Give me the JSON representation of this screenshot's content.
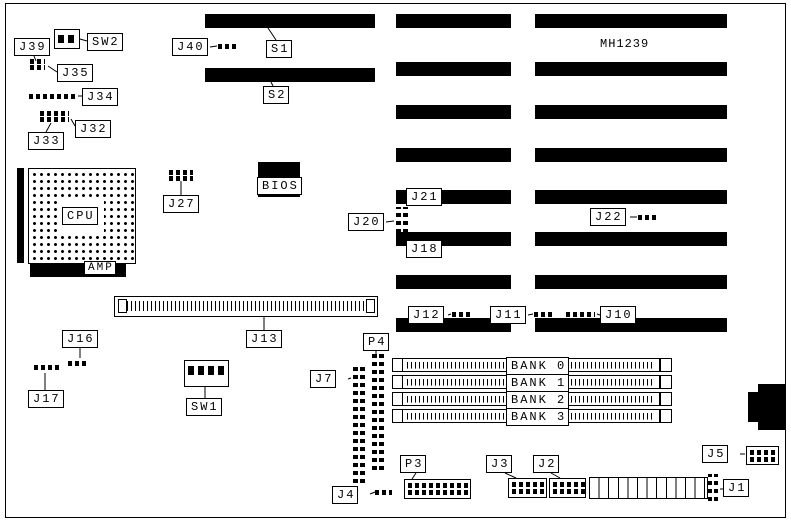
{
  "board": {
    "model": "MH1239"
  },
  "labels": {
    "j39": "J39",
    "sw2": "SW2",
    "j40": "J40",
    "s1": "S1",
    "s2": "S2",
    "j35": "J35",
    "j34": "J34",
    "j32": "J32",
    "j33": "J33",
    "j27": "J27",
    "cpu": "CPU",
    "amp": "AMP",
    "bios": "BIOS",
    "j21": "J21",
    "j20": "J20",
    "j22": "J22",
    "j18": "J18",
    "j12": "J12",
    "j11": "J11",
    "j10": "J10",
    "j13": "J13",
    "j16": "J16",
    "j17": "J17",
    "sw1": "SW1",
    "p4": "P4",
    "j7": "J7",
    "bank0": "BANK 0",
    "bank1": "BANK 1",
    "bank2": "BANK 2",
    "bank3": "BANK 3",
    "p3": "P3",
    "j3": "J3",
    "j2": "J2",
    "j4": "J4",
    "j5": "J5",
    "j1": "J1"
  }
}
